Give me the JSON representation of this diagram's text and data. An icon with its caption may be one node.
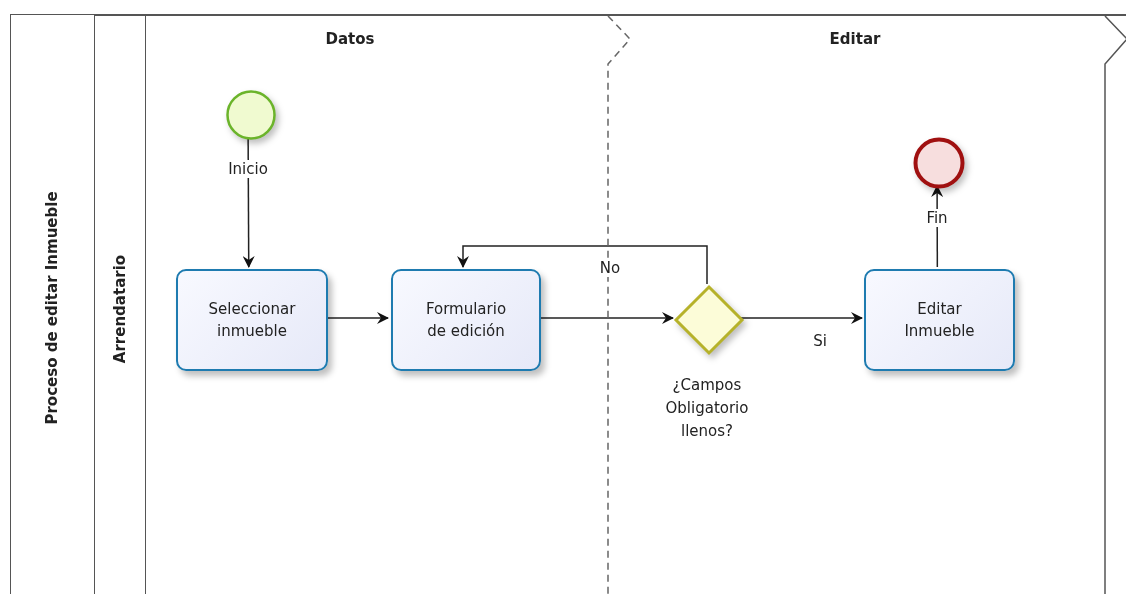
{
  "diagram": {
    "nodes": [
      {
        "text": [
          "Proceso de editar Inmueble"
        ]
      },
      {
        "text": [
          "Arrendatario"
        ],
        "in": 0
      },
      {
        "text": [
          "Datos"
        ],
        "in": 1
      },
      {
        "text": [
          "Editar"
        ],
        "in": 1
      },
      {
        "text": [],
        "shape": "circle",
        "in": 2,
        "beside": [
          "Inicio"
        ]
      },
      {
        "text": [
          "Seleccionar inmueble"
        ],
        "in": 2
      },
      {
        "text": [
          "Formulario de edición"
        ],
        "in": 2
      },
      {
        "text": [],
        "shape": "diamond",
        "in": 3,
        "beside": [
          "¿Campos Obligatorio llenos?"
        ]
      },
      {
        "text": [
          "Editar Inmueble"
        ],
        "in": 3
      },
      {
        "text": [],
        "shape": "circle",
        "in": 3,
        "beside": [
          "Fin"
        ]
      }
    ],
    "edges": [
      {
        "from": 4,
        "to": 5,
        "arrow": "to"
      },
      {
        "from": 5,
        "to": 6,
        "arrow": "to"
      },
      {
        "from": 6,
        "to": 7,
        "arrow": "to"
      },
      {
        "from": 7,
        "to": 6,
        "arrow": "to",
        "label": "No"
      },
      {
        "from": 7,
        "to": 8,
        "arrow": "to",
        "label": "Si"
      },
      {
        "from": 8,
        "to": 9,
        "arrow": "to"
      }
    ]
  }
}
